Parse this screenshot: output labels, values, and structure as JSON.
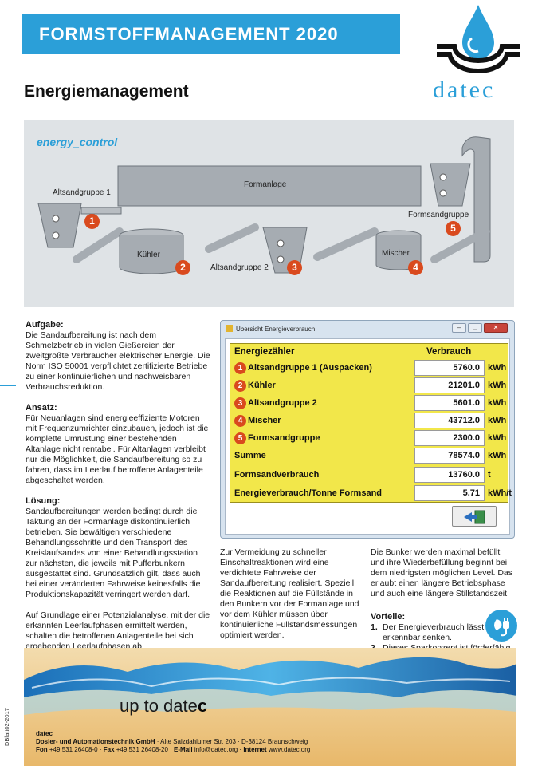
{
  "header": {
    "banner_title": "FORMSTOFFMANAGEMENT 2020",
    "logo_text": "datec",
    "page_title": "Energiemanagement",
    "brand_color": "#2b9fd8"
  },
  "diagram": {
    "title": "energy_control",
    "labels": {
      "altsandgruppe1": "Altsandgruppe 1",
      "formanlage": "Formanlage",
      "formsandgruppe": "Formsandgruppe",
      "kuehler": "Kühler",
      "altsandgruppe2": "Altsandgruppe 2",
      "mischer": "Mischer"
    },
    "markers": [
      "1",
      "2",
      "3",
      "4",
      "5"
    ]
  },
  "text": {
    "aufgabe_heading": "Aufgabe:",
    "aufgabe_body": "Die Sandaufbereitung ist nach dem Schmelzbetrieb in vielen Gießereien der zweitgrößte Verbraucher elektrischer Energie. Die Norm ISO 50001 verpflichtet zertifizierte Betriebe zu einer kontinuierlichen und nachweisbaren Verbrauchsreduktion.",
    "ansatz_heading": "Ansatz:",
    "ansatz_body": "Für Neuanlagen sind energieeffiziente Motoren mit Frequenzumrichter einzubauen, jedoch ist die komplette Umrüstung einer bestehenden Altanlage nicht rentabel. Für Altanlagen verbleibt nur die Möglichkeit, die Sandaufbereitung so zu fahren, dass im Leerlauf betroffene Anlagenteile abgeschaltet werden.",
    "loesung_heading": "Lösung:",
    "loesung_body": "Sandaufbereitungen werden bedingt durch die Taktung an der Formanlage diskontinuierlich betrieben. Sie bewältigen verschiedene Behandlungsschritte und den Transport des Kreislaufsandes von einer Behandlungsstation zur nächsten, die jeweils mit Pufferbunkern ausgestattet sind. Grundsätzlich gilt, dass auch bei einer veränderten Fahrweise keinesfalls die Produktionskapazität verringert werden darf.",
    "loesung_body2": "Auf Grundlage einer Potenzialanalyse, mit der die erkannten Leerlaufphasen ermittelt werden, schalten die betroffenen Anlagenteile bei sich ergebenden Leerlaufphasen ab.",
    "mid_body": "Zur Vermeidung zu schneller Einschaltreaktionen wird eine verdichtete Fahrweise der Sandaufbereitung realisiert. Speziell die Reaktionen auf die Füllstände in den Bunkern vor der Formanlage und vor dem Kühler müssen über kontinuierliche Füllstandsmessungen optimiert werden.",
    "right_body": "Die Bunker werden maximal befüllt und ihre Wiederbefüllung beginnt bei dem niedrigsten möglichen Level. Das erlaubt einen längere Betriebsphase und auch eine längere Stillstandszeit.",
    "vorteile_heading": "Vorteile:",
    "vorteile_items": [
      {
        "num": "1.",
        "text": "Der Energieverbrauch lässt sich erkennbar senken."
      },
      {
        "num": "2.",
        "text": "Dieses Sparkonzept ist förderfähig."
      }
    ]
  },
  "window": {
    "title": "Übersicht Energieverbrauch",
    "buttons": [
      "–",
      "□",
      "✕"
    ],
    "col_name": "Energiezähler",
    "col_value": "Verbrauch",
    "rows": [
      {
        "marker": "1",
        "name": "Altsandgruppe 1  (Auspacken)",
        "value": "5760.0",
        "unit": "kWh"
      },
      {
        "marker": "2",
        "name": "Kühler",
        "value": "21201.0",
        "unit": "kWh"
      },
      {
        "marker": "3",
        "name": "Altsandgruppe 2",
        "value": "5601.0",
        "unit": "kWh"
      },
      {
        "marker": "4",
        "name": "Mischer",
        "value": "43712.0",
        "unit": "kWh"
      },
      {
        "marker": "5",
        "name": "Formsandgruppe",
        "value": "2300.0",
        "unit": "kWh"
      }
    ],
    "summe": {
      "name": "Summe",
      "value": "78574.0",
      "unit": "kWh"
    },
    "formsand": {
      "name": "Formsandverbrauch",
      "value": "13760.0",
      "unit": "t"
    },
    "per_ton": {
      "name": "Energieverbrauch/Tonne Formsand",
      "value": "5.71",
      "unit": "kWh/t"
    }
  },
  "footer": {
    "slogan_prefix": "up to date",
    "slogan_suffix": "c",
    "company": "datec",
    "company_full": "Dosier- und Automationstechnik GmbH",
    "address": " · Alte Salzdahlumer Str. 203 · D-38124 Braunschweig",
    "fon_label": "Fon",
    "fon": " +49 531 26408-0 · ",
    "fax_label": "Fax",
    "fax": " +49 531 26408-20 · ",
    "email_label": "E-Mail",
    "email": " info@datec.org · ",
    "internet_label": "Internet",
    "internet": " www.datec.org",
    "side_code": "DBlatt02-2017"
  }
}
